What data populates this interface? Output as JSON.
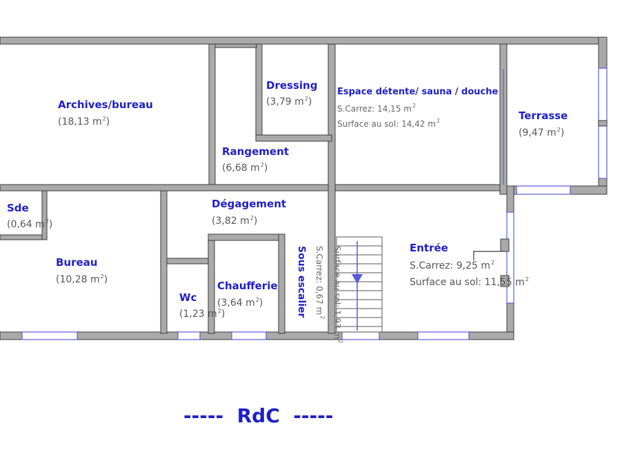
{
  "floor": {
    "title": "-----  RdC  -----"
  },
  "unit": "m",
  "unit_sup": "2",
  "colors": {
    "wall": "#aaaaaa",
    "wall_border": "#3a3a3a",
    "label": "#1f1fc8",
    "window": "#5a5ad8"
  },
  "rooms": {
    "archives": {
      "name": "Archives/bureau",
      "area": "(18,13 m",
      "area_end": ")"
    },
    "dressing": {
      "name": "Dressing",
      "area": "(3,79 m",
      "area_end": ")"
    },
    "espace": {
      "name": "Espace détente/ sauna / douche",
      "carrez": "S.Carrez: 14,15 m",
      "sol": "Surface au sol: 14,42 m"
    },
    "terrasse": {
      "name": "Terrasse",
      "area": "(9,47 m",
      "area_end": ")"
    },
    "rangement": {
      "name": "Rangement",
      "area": "(6,68 m",
      "area_end": ")"
    },
    "sde": {
      "name": "Sde",
      "area": "(0,64 m",
      "area_end": ")"
    },
    "degagement": {
      "name": "Dégagement",
      "area": "(3,82 m",
      "area_end": ")"
    },
    "bureau": {
      "name": "Bureau",
      "area": "(10,28 m",
      "area_end": ")"
    },
    "wc": {
      "name": "Wc",
      "area": "(1,23 m",
      "area_end": ")"
    },
    "chaufferie": {
      "name": "Chaufferie",
      "area": "(3,64 m",
      "area_end": ")"
    },
    "sous_escalier": {
      "name": "Sous escalier",
      "carrez": "S.Carrez: 0,67 m",
      "sol": "Surface au sol: 1,93 m"
    },
    "entree": {
      "name": "Entrée",
      "carrez": "S.Carrez: 9,25 m",
      "sol": "Surface au sol: 11,55 m"
    }
  }
}
